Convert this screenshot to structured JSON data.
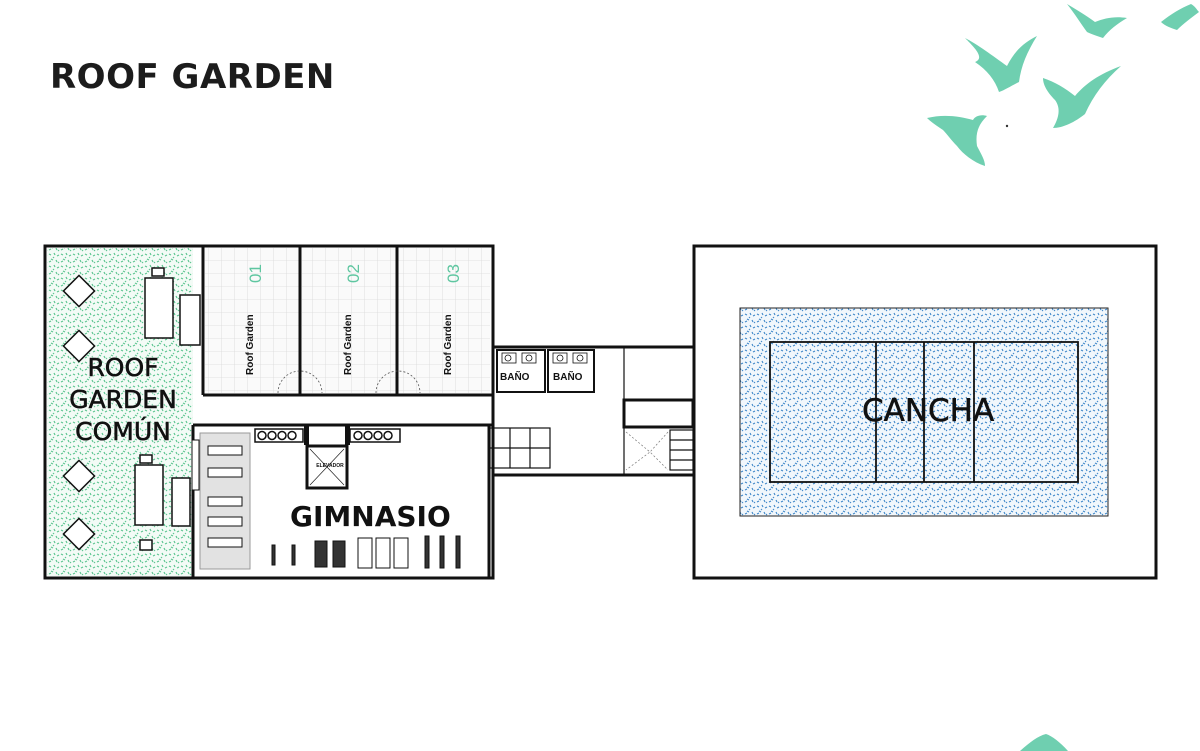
{
  "page": {
    "title": "ROOF GARDEN"
  },
  "plan": {
    "common_garden_label_lines": [
      "ROOF",
      "GARDEN",
      "COMÚN"
    ],
    "private_gardens": [
      {
        "label": "Roof Garden",
        "number": "01"
      },
      {
        "label": "Roof Garden",
        "number": "02"
      },
      {
        "label": "Roof Garden",
        "number": "03"
      }
    ],
    "bathrooms": [
      "BAÑO",
      "BAÑO"
    ],
    "gym_label": "GIMNASIO",
    "elevator_label": "ELEVADOR",
    "court_label": "CANCHA"
  },
  "colors": {
    "title": "#1c1c1c",
    "accent_green": "#5ec6a0",
    "garden_texture": "#5cc590",
    "court_texture": "#3f87c9",
    "walls": "#111111"
  },
  "icons": [
    "bird-silhouette-icon"
  ]
}
